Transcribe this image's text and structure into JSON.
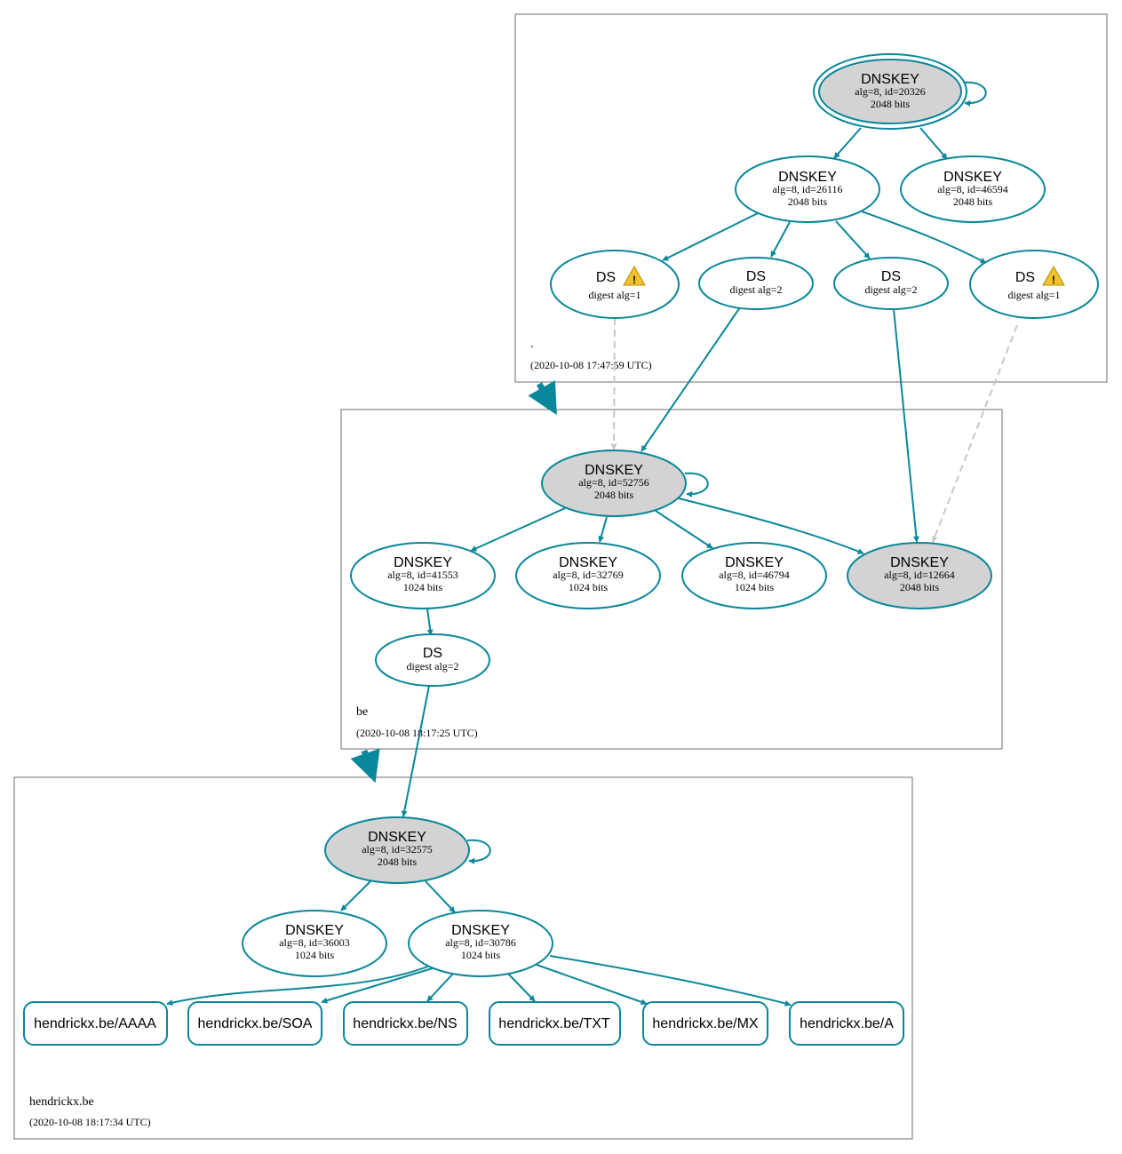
{
  "colors": {
    "edge": "#0a879a",
    "insecure_edge": "#c8c8c8",
    "sep_node_fill": "#d3d3d3",
    "warning": "#f3c32c"
  },
  "zones": {
    "root": {
      "name": ".",
      "timestamp": "(2020-10-08 17:47:59 UTC)"
    },
    "be": {
      "name": "be",
      "timestamp": "(2020-10-08 18:17:25 UTC)"
    },
    "hendrickx": {
      "name": "hendrickx.be",
      "timestamp": "(2020-10-08 18:17:34 UTC)"
    }
  },
  "nodes": {
    "root_ksk": {
      "type": "DNSKEY",
      "line1": "alg=8, id=20326",
      "line2": "2048 bits"
    },
    "root_zsk1": {
      "type": "DNSKEY",
      "line1": "alg=8, id=26116",
      "line2": "2048 bits"
    },
    "root_zsk2": {
      "type": "DNSKEY",
      "line1": "alg=8, id=46594",
      "line2": "2048 bits"
    },
    "ds1": {
      "type": "DS",
      "line1": "digest alg=1",
      "warning_icon": "warning-icon"
    },
    "ds2": {
      "type": "DS",
      "line1": "digest alg=2"
    },
    "ds3": {
      "type": "DS",
      "line1": "digest alg=2"
    },
    "ds4": {
      "type": "DS",
      "line1": "digest alg=1",
      "warning_icon": "warning-icon"
    },
    "be_ksk": {
      "type": "DNSKEY",
      "line1": "alg=8, id=52756",
      "line2": "2048 bits"
    },
    "be_k1": {
      "type": "DNSKEY",
      "line1": "alg=8, id=41553",
      "line2": "1024 bits"
    },
    "be_k2": {
      "type": "DNSKEY",
      "line1": "alg=8, id=32769",
      "line2": "1024 bits"
    },
    "be_k3": {
      "type": "DNSKEY",
      "line1": "alg=8, id=46794",
      "line2": "1024 bits"
    },
    "be_k4": {
      "type": "DNSKEY",
      "line1": "alg=8, id=12664",
      "line2": "2048 bits"
    },
    "be_ds": {
      "type": "DS",
      "line1": "digest alg=2"
    },
    "h_ksk": {
      "type": "DNSKEY",
      "line1": "alg=8, id=32575",
      "line2": "2048 bits"
    },
    "h_k1": {
      "type": "DNSKEY",
      "line1": "alg=8, id=36003",
      "line2": "1024 bits"
    },
    "h_k2": {
      "type": "DNSKEY",
      "line1": "alg=8, id=30786",
      "line2": "1024 bits"
    }
  },
  "rrsets": [
    "hendrickx.be/AAAA",
    "hendrickx.be/SOA",
    "hendrickx.be/NS",
    "hendrickx.be/TXT",
    "hendrickx.be/MX",
    "hendrickx.be/A"
  ]
}
